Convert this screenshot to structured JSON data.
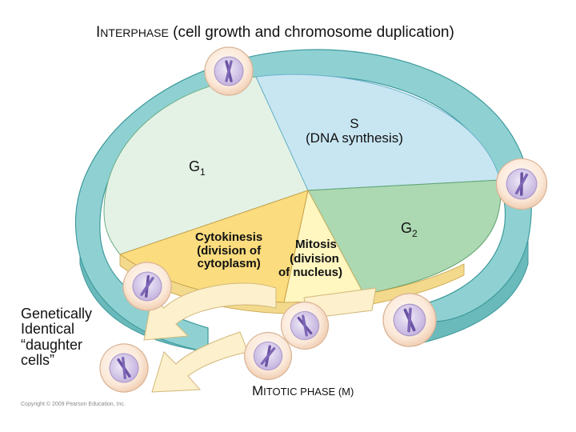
{
  "title": {
    "initial": "I",
    "rest": "NTERPHASE",
    "subtitle": "(cell growth and chromosome duplication)"
  },
  "phases": {
    "s": {
      "line1": "S",
      "line2": "(DNA synthesis)"
    },
    "g1": {
      "letter": "G",
      "subscript": "1"
    },
    "g2": {
      "letter": "G",
      "subscript": "2"
    },
    "cytokinesis": {
      "line1": "Cytokinesis",
      "line2": "(division of",
      "line3": "cytoplasm)"
    },
    "mitosis": {
      "line1": "Mitosis",
      "line2": "(division",
      "line3": "of nucleus)"
    }
  },
  "daughter_cells": {
    "line1": "Genetically",
    "line2": "Identical",
    "line3": "“daughter",
    "line4": "cells”"
  },
  "mitotic_phase": {
    "initial": "M",
    "rest": "ITOTIC PHASE (M)"
  },
  "copyright": "Copyright © 2009 Pearson Education, Inc.",
  "colors": {
    "s_phase": "#c8e6f2",
    "g1_phase": "#e4f2e6",
    "g2_phase": "#acd8b2",
    "mitosis": "#fff6c0",
    "cytokinesis": "#fbdc7e",
    "ring_top": "#8fd1d2",
    "ring_side": "#6ab9bb",
    "arrows": "#fdf0cc",
    "cell_outer": "#fbe6d4",
    "cell_nucleus": "#d4c5e6",
    "chromosome": "#7a62b0"
  }
}
